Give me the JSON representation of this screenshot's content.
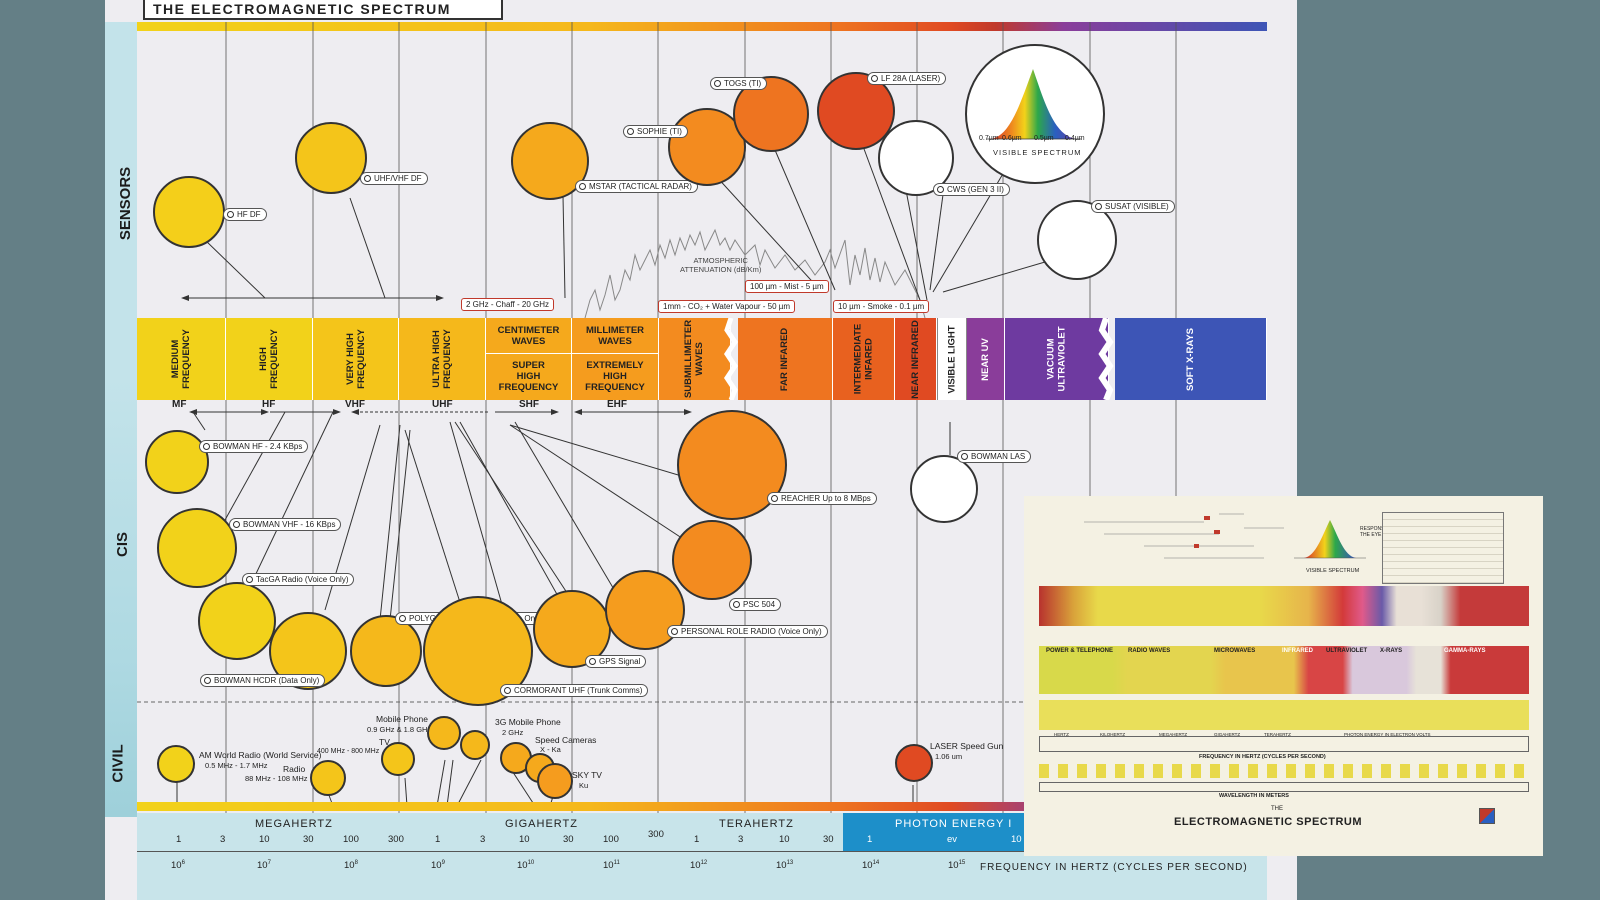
{
  "poster": {
    "title": "THE ELECTROMAGNETIC SPECTRUM",
    "side_labels": {
      "sensors": "SENSORS",
      "cis": "CIS",
      "civil": "CIVIL"
    },
    "bands": [
      {
        "label": "MEDIUM\nFREQUENCY",
        "abbr": "MF",
        "color": "#f2d21a"
      },
      {
        "label": "HIGH\nFREQUENCY",
        "abbr": "HF",
        "color": "#f2d21a"
      },
      {
        "label": "VERY HIGH\nFREQUENCY",
        "abbr": "VHF",
        "color": "#f4c51a"
      },
      {
        "label": "ULTRA HIGH\nFREQUENCY",
        "abbr": "UHF",
        "color": "#f5b81b"
      },
      {
        "label_top": "CENTIMETER\nWAVES",
        "label_bottom": "SUPER\nHIGH\nFREQUENCY",
        "abbr": "SHF",
        "color": "#f5a91c"
      },
      {
        "label_top": "MILLIMETER\nWAVES",
        "label_bottom": "EXTREMELY\nHIGH\nFREQUENCY",
        "abbr": "EHF",
        "color": "#f59c1e"
      },
      {
        "label": "SUBMILLIMETER\nWAVES",
        "color": "#f38b1f"
      },
      {
        "label": "FAR INFARED",
        "color": "#ee7420"
      },
      {
        "label": "INTERMEDIATE\nINFARED",
        "color": "#e8611f"
      },
      {
        "label": "NEAR INFRARED",
        "color": "#e04a22"
      },
      {
        "label": "VISIBLE LIGHT",
        "color": "#ffffff"
      },
      {
        "label": "NEAR UV",
        "color": "#8a3d9a"
      },
      {
        "label": "VACUUM\nULTRAVIOLET",
        "color": "#6e3aa0"
      },
      {
        "label": "SOFT X-RAYS",
        "color": "#3d55b6"
      }
    ],
    "sensors": {
      "hf_df": "HF DF",
      "uhf_vhf_df": "UHF/VHF DF",
      "mstar": "MSTAR (TACTICAL RADAR)",
      "sophie": "SOPHIE (TI)",
      "togs": "TOGS (TI)",
      "lf28a": "LF 28A (LASER)",
      "cws": "CWS (GEN 3 II)",
      "susat": "SUSAT (VISIBLE)",
      "visible_spectrum": "VISIBLE SPECTRUM",
      "wavelengths": [
        "0.7µm",
        "0.6µm",
        "0.5µm",
        "0.4µm"
      ]
    },
    "attenuation": {
      "label": "ATMOSPHERIC\nATTENUATION (dB/Km)",
      "chaff": "2 GHz -  Chaff  -  20 GHz",
      "water": "1mm -  CO₂ + Water Vapour  -  50 µm",
      "mist": "100 µm -  Mist  -  5 µm",
      "smoke": "10 µm -  Smoke  -  0.1 µm"
    },
    "cis": {
      "bowman_hf": "BOWMAN HF - 2.4 KBps",
      "bowman_vhf": "BOWMAN VHF - 16 KBps",
      "tacga": "TacGA Radio (Voice Only)",
      "bowman_hcdr": "BOWMAN HCDR (Data Only)",
      "polygon": "POLYGON (TETRAPOL) (Voice Only)",
      "gps": "GPS Signal",
      "cormorant": "CORMORANT UHF (Trunk Comms)",
      "reacher": "REACHER Up to 8 MBps",
      "psc504": "PSC 504",
      "prr": "PERSONAL ROLE RADIO (Voice Only)",
      "bowman_las": "BOWMAN LAS"
    },
    "civil": {
      "am_world": "AM World Radio (World Service)",
      "am_range": "0.5 MHz - 1.7 MHz",
      "radio": "Radio",
      "radio_range": "88 MHz - 108 MHz",
      "tv": "TV",
      "tv_range": "400 MHz - 800 MHz",
      "mobile": "Mobile Phone",
      "mobile_range": "0.9 GHz & 1.8 GHz",
      "g3": "3G Mobile Phone",
      "g3_range": "2 GHz",
      "speed": "Speed Cameras",
      "speed_range": "X - Ka",
      "sky": "SKY TV",
      "sky_range": "Ku",
      "laser": "LASER Speed Gun",
      "laser_range": "1.06 um"
    },
    "scale": {
      "units": [
        "MEGAHERTZ",
        "GIGAHERTZ",
        "TERAHERTZ",
        "PHOTON ENERGY I"
      ],
      "ticks": [
        "1",
        "3",
        "10",
        "30",
        "100",
        "300",
        "1",
        "3",
        "10",
        "30",
        "100",
        "300",
        "1",
        "3",
        "10",
        "30",
        "1",
        "ev",
        "10"
      ],
      "powers": [
        "10",
        "10",
        "10",
        "10",
        "10",
        "10",
        "10",
        "10",
        "10",
        "10"
      ],
      "exponents": [
        "6",
        "7",
        "8",
        "9",
        "10",
        "11",
        "12",
        "13",
        "14",
        "15"
      ],
      "freq_label": "FREQUENCY IN HERTZ (CYCLES PER SECOND)"
    }
  },
  "inset": {
    "title_small": "THE",
    "title": "ELECTROMAGNETIC SPECTRUM",
    "section_labels": [
      "POWER & TELEPHONE",
      "RADIO WAVES",
      "MICROWAVES",
      "INFRARED",
      "ULTRAVIOLET",
      "X-RAYS",
      "GAMMA-RAYS"
    ],
    "visible_spectrum": "VISIBLE SPECTRUM",
    "response": "RESPONSE OF\nTHE EYE",
    "scale_labels": [
      "FREQUENCY IN HERTZ (CYCLES PER SECOND)",
      "WAVELENGTH IN METERS",
      "PHOTON ENERGY IN ELECTRON VOLTS"
    ],
    "freq_units": [
      "HERTZ",
      "KILOHERTZ",
      "MEGAHERTZ",
      "GIGAHERTZ",
      "TERAHERTZ"
    ]
  },
  "colors": {
    "background": "#647f86",
    "poster": "#eeedf1",
    "scale_teal": "#c8e4ea",
    "photon_blue": "#1d8fc9"
  }
}
